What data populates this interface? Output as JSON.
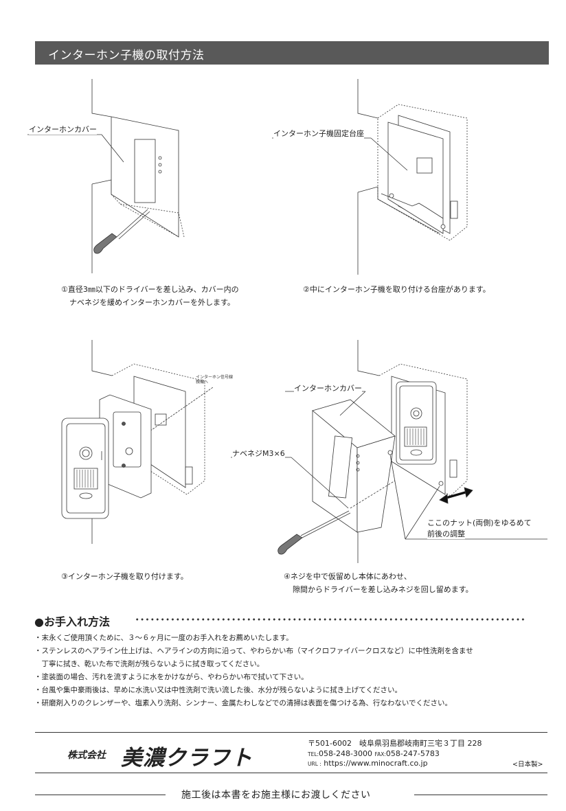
{
  "header": {
    "title": "インターホン子機の取付方法"
  },
  "steps": [
    {
      "labels": [
        "インターホンカバー"
      ],
      "caption_lines": [
        "①直径3㎜以下のドライバーを差し込み、カバー内の",
        "ナベネジを緩めインターホンカバーを外します。"
      ]
    },
    {
      "labels": [
        "インターホン子機固定台座"
      ],
      "caption_lines": [
        "②中にインターホン子機を取り付ける台座があります。"
      ]
    },
    {
      "labels": [
        "インターホン信号線",
        "親機へ"
      ],
      "caption_lines": [
        "③インターホン子機を取り付けます。"
      ]
    },
    {
      "labels": [
        "インターホンカバー",
        "ナベネジM3×6",
        "ここのナット(両側)をゆるめて",
        "前後の調整"
      ],
      "caption_lines": [
        "④ネジを中で仮留めし本体にあわせ、",
        "隙間からドライバーを差し込みネジを回し留めます。"
      ]
    }
  ],
  "care": {
    "heading": "●お手入れ方法",
    "items": [
      "・末永くご使用頂くために、３～６ヶ月に一度のお手入れをお薦めいたします。",
      "・ステンレスのヘアライン仕上げは、ヘアラインの方向に沿って、やわらかい布（マイクロファイバークロスなど）に中性洗剤を含ませ",
      "　丁寧に拭き、乾いた布で洗剤が残らないように拭き取ってください。",
      "・塗装面の場合、汚れを流すように水をかけながら、やわらかい布で拭いて下さい。",
      "・台風や集中豪雨後は、早めに水洗い又は中性洗剤で洗い流した後、水分が残らないように拭き上げてください。",
      "・研磨剤入りのクレンザーや、塩素入り洗剤、シンナー、金属たわしなどでの清掃は表面を傷つける為、行なわないでください。"
    ]
  },
  "company": {
    "prefix": "株式会社",
    "brand": "美濃クラフト",
    "address": "〒501-6002　岐阜県羽島郡岐南町三宅３丁目 228",
    "tel_label": "TEL:",
    "tel": "058-248-3000",
    "fax_label": "FAX:",
    "fax": "058-247-5783",
    "url_label": "URL :",
    "url": "https://www.minocraft.co.jp",
    "origin": "<日本製>"
  },
  "footer": {
    "message": "施工後は本書をお施主様にお渡しください"
  },
  "colors": {
    "header_bg": "#595959",
    "header_text": "#ffffff",
    "line": "#333333"
  }
}
